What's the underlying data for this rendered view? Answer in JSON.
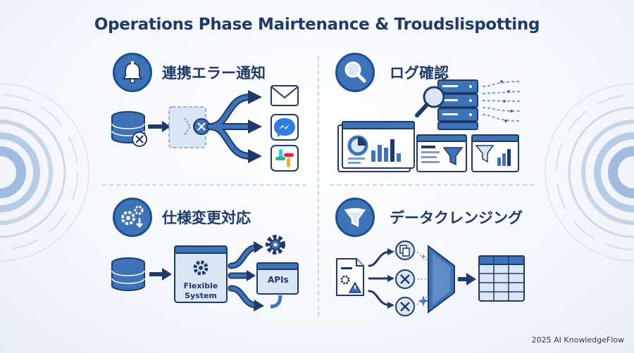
{
  "title": "Operations Phase Mairtenance & Troudslispotting",
  "sections": [
    {
      "key": "error-notify",
      "title": "連携エラー通知",
      "icon": "bell-icon"
    },
    {
      "key": "log-check",
      "title": "ログ確認",
      "icon": "magnifier-icon"
    },
    {
      "key": "spec-change",
      "title": "仕様変更対応",
      "icon": "gears-icon"
    },
    {
      "key": "data-cleansing",
      "title": "データクレンジング",
      "icon": "funnel-icon"
    }
  ],
  "spec_change": {
    "system_label_1": "Flexible",
    "system_label_2": "System",
    "apis_label": "APIs"
  },
  "footer": "2025 AI KnowledgeFlow",
  "colors": {
    "primary": "#3f73b8",
    "dark": "#1f3a68",
    "light": "#dbe6f4",
    "slack_red": "#e01e5a",
    "slack_green": "#2eb67d",
    "slack_yellow": "#ecb22e",
    "slack_blue": "#36c5f0"
  }
}
